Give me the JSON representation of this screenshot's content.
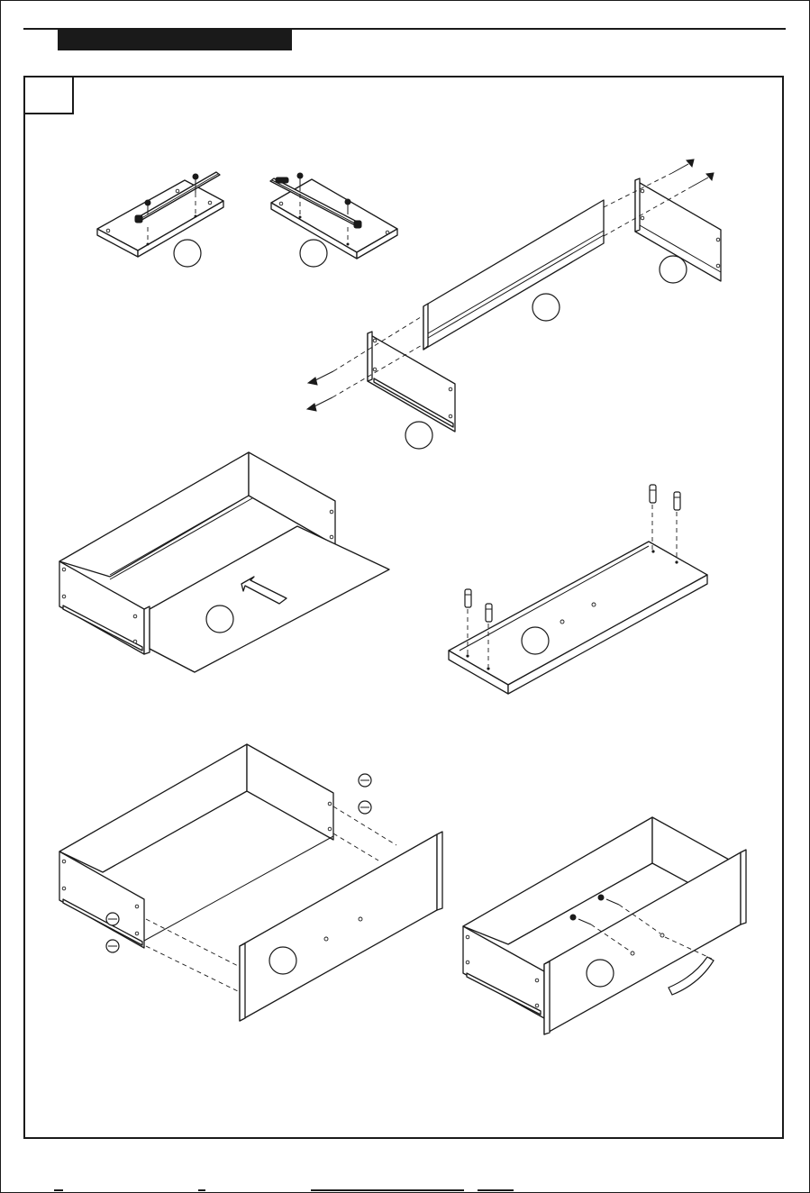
{
  "header": {
    "bar_color": "#1a1a1a"
  },
  "step": {
    "number": ""
  },
  "colors": {
    "line": "#1a1a1a",
    "background": "#ffffff"
  },
  "parts": [
    {
      "name": "drawer-bottom-with-slide-left"
    },
    {
      "name": "drawer-bottom-with-slide-right"
    },
    {
      "name": "drawer-back-panel"
    },
    {
      "name": "drawer-side-panel-right"
    },
    {
      "name": "drawer-side-panel-left"
    },
    {
      "name": "drawer-bottom-panel-slide-in"
    },
    {
      "name": "drawer-front-panel-with-dowels"
    },
    {
      "name": "drawer-front-attachment"
    },
    {
      "name": "drawer-handle-attachment"
    }
  ]
}
